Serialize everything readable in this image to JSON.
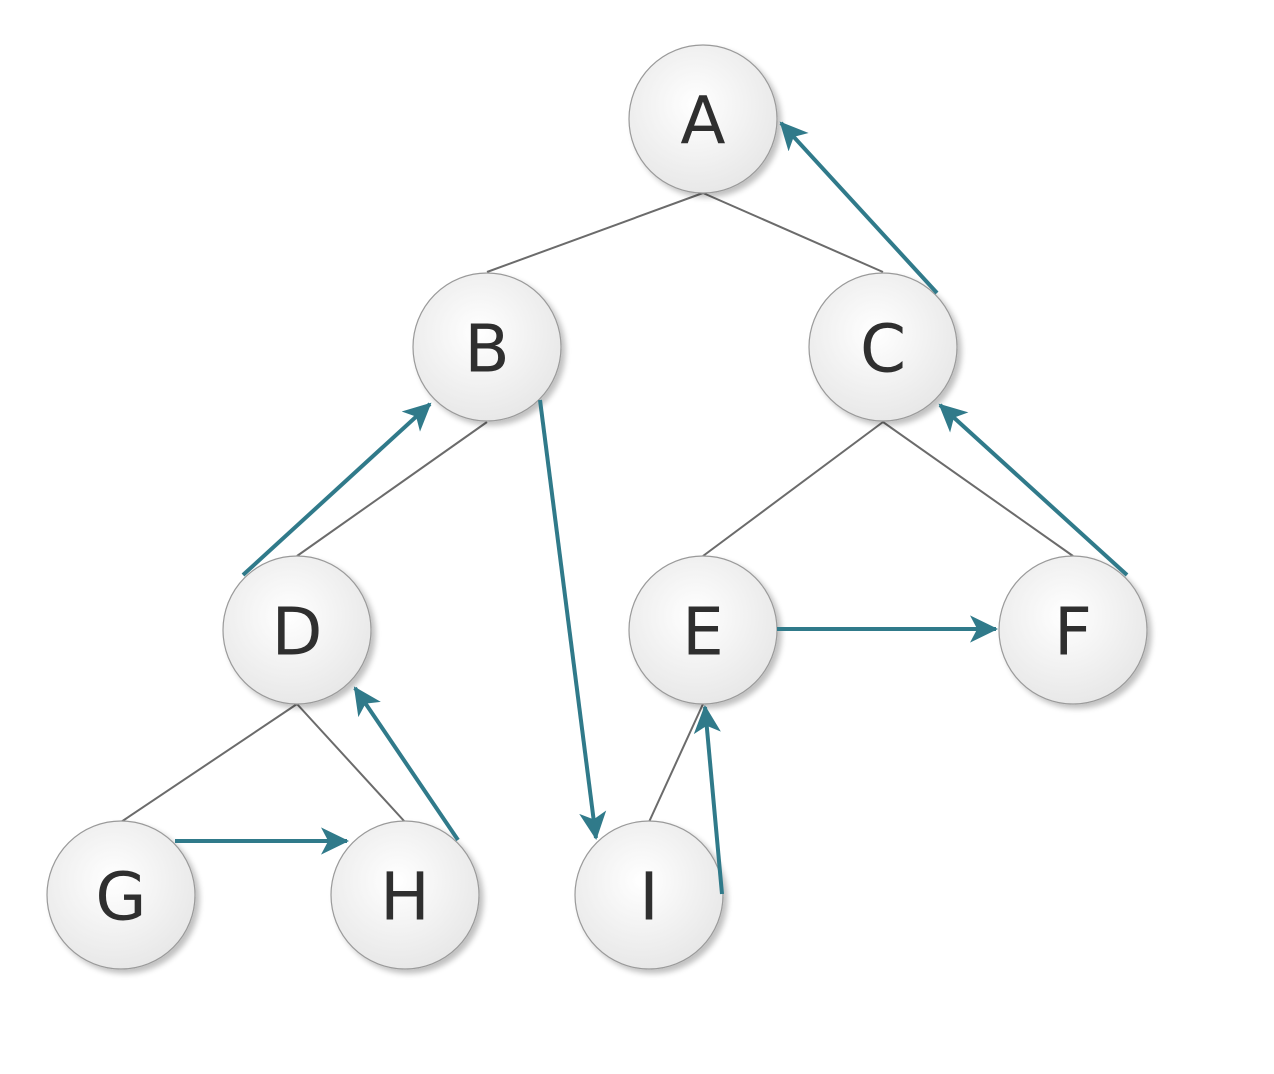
{
  "nodes": {
    "A": "A",
    "B": "B",
    "C": "C",
    "D": "D",
    "E": "E",
    "F": "F",
    "G": "G",
    "H": "H",
    "I": "I"
  },
  "colors": {
    "arrow": "#307a8a",
    "edge": "#6b6b6b",
    "node_fill_center": "#ffffff",
    "node_fill_edge": "#e9e9e9",
    "node_stroke": "#9a9a9a",
    "label": "#2f2f2f"
  }
}
